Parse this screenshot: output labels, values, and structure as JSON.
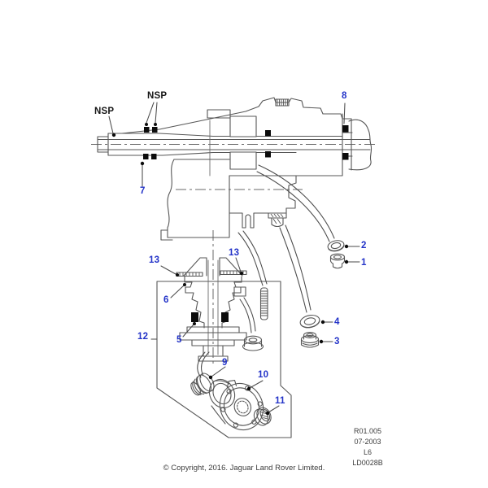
{
  "diagram": {
    "kind": "exploded-parts-line-drawing",
    "callouts": {
      "nsp_left": "NSP",
      "nsp_top": "NSP",
      "n1": "1",
      "n2": "2",
      "n3": "3",
      "n4": "4",
      "n5": "5",
      "n6": "6",
      "n7": "7",
      "n8": "8",
      "n9": "9",
      "n10": "10",
      "n11": "11",
      "n12": "12",
      "n13_left": "13",
      "n13_right": "13"
    },
    "colors": {
      "callout_blue": "#2333c8",
      "line_gray": "#575757",
      "seal_black": "#0c0c0c",
      "background": "#ffffff"
    },
    "footer": {
      "ref_lines": [
        "R01.005",
        "07-2003",
        "L6",
        "LD0028B"
      ],
      "copyright": "© Copyright, 2016. Jaguar Land Rover Limited."
    }
  }
}
